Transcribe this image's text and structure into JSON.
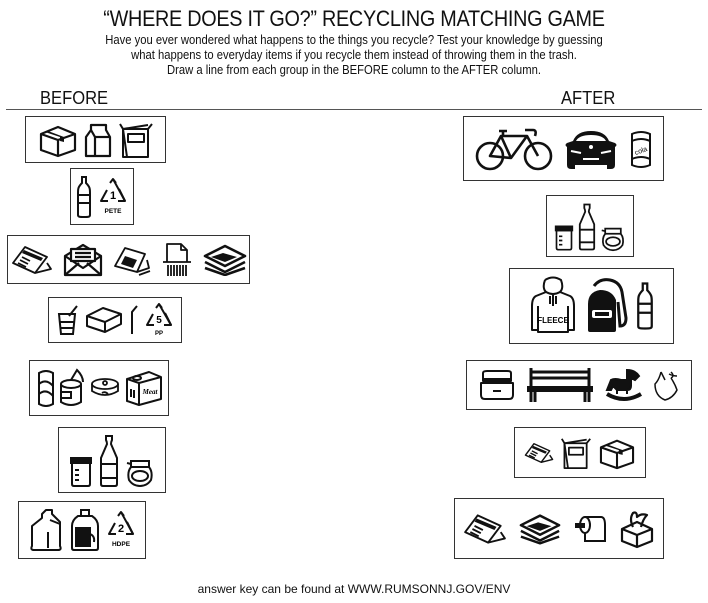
{
  "header": {
    "title": "“WHERE DOES IT GO?” RECYCLING MATCHING GAME",
    "subtitle_lines": [
      "Have you ever wondered what happens to the things you recycle? Test your knowledge by guessing",
      "what happens to everyday items if you recycle them instead of throwing them in the trash.",
      "Draw a line from each group in the BEFORE column to the AFTER column."
    ]
  },
  "columns": {
    "before_label": "BEFORE",
    "after_label": "AFTER"
  },
  "before": [
    {
      "id": "b1",
      "items": [
        "cardboard-box-icon",
        "milk-carton-icon",
        "cereal-box-icon"
      ]
    },
    {
      "id": "b2",
      "items": [
        "plastic-bottle-icon",
        "recycle-1-pete-icon"
      ],
      "codes": {
        "num": "1",
        "label": "PETE"
      }
    },
    {
      "id": "b3",
      "items": [
        "newspaper-icon",
        "envelope-icon",
        "magazine-icon",
        "shredded-paper-icon",
        "paper-stack-icon"
      ]
    },
    {
      "id": "b4",
      "items": [
        "yogurt-cup-icon",
        "food-container-icon",
        "straw-icon",
        "recycle-5-pp-icon"
      ],
      "codes": {
        "num": "5",
        "label": "PP"
      }
    },
    {
      "id": "b5",
      "items": [
        "soda-can-icon",
        "open-tin-can-icon",
        "tuna-can-icon",
        "meat-can-icon"
      ],
      "meat_label": "Meat"
    },
    {
      "id": "b6",
      "items": [
        "glass-jar-icon",
        "glass-bottle-icon",
        "jam-jar-icon"
      ]
    },
    {
      "id": "b7",
      "items": [
        "milk-jug-icon",
        "detergent-bottle-icon",
        "recycle-2-hdpe-icon"
      ],
      "codes": {
        "num": "2",
        "label": "HDPE"
      }
    }
  ],
  "after": [
    {
      "id": "a1",
      "items": [
        "bicycle-icon",
        "car-icon",
        "cola-can-icon"
      ],
      "cola_label": "cola"
    },
    {
      "id": "a2",
      "items": [
        "glass-jar-icon",
        "glass-bottle-icon",
        "jam-jar-icon"
      ]
    },
    {
      "id": "a3",
      "items": [
        "fleece-hoodie-icon",
        "backpack-icon",
        "plastic-bottle-icon"
      ],
      "fleece_label": "FLEECE"
    },
    {
      "id": "a4",
      "items": [
        "takeout-box-icon",
        "park-bench-icon",
        "rocking-horse-icon",
        "plastic-bag-icon"
      ]
    },
    {
      "id": "a5",
      "items": [
        "newspaper-icon",
        "cereal-box-icon",
        "cardboard-box-icon"
      ]
    },
    {
      "id": "a6",
      "items": [
        "newspaper-icon",
        "paper-stack-icon",
        "toilet-paper-icon",
        "tissue-box-icon"
      ]
    }
  ],
  "footer": {
    "text": "answer key can be found at  WWW.RUMSONNJ.GOV/ENV"
  }
}
